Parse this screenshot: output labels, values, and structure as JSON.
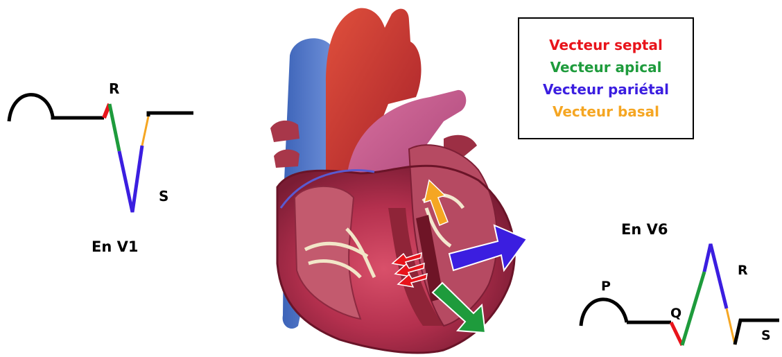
{
  "colors": {
    "septal": "#e8141b",
    "apical": "#1e9b3c",
    "parietal": "#3b1ee0",
    "basal": "#f5a623",
    "baseline": "#000000"
  },
  "legend": {
    "items": [
      {
        "label": "Vecteur septal",
        "color": "#e8141b"
      },
      {
        "label": "Vecteur apical",
        "color": "#1e9b3c"
      },
      {
        "label": "Vecteur pariétal",
        "color": "#3b1ee0"
      },
      {
        "label": "Vecteur basal",
        "color": "#f5a623"
      }
    ]
  },
  "v1": {
    "caption": "En V1",
    "r_label": "R",
    "s_label": "S"
  },
  "v6": {
    "caption": "En V6",
    "p_label": "P",
    "q_label": "Q",
    "r_label": "R",
    "s_label": "S"
  },
  "heart": {
    "image": "heart-cross-section-illustration"
  }
}
